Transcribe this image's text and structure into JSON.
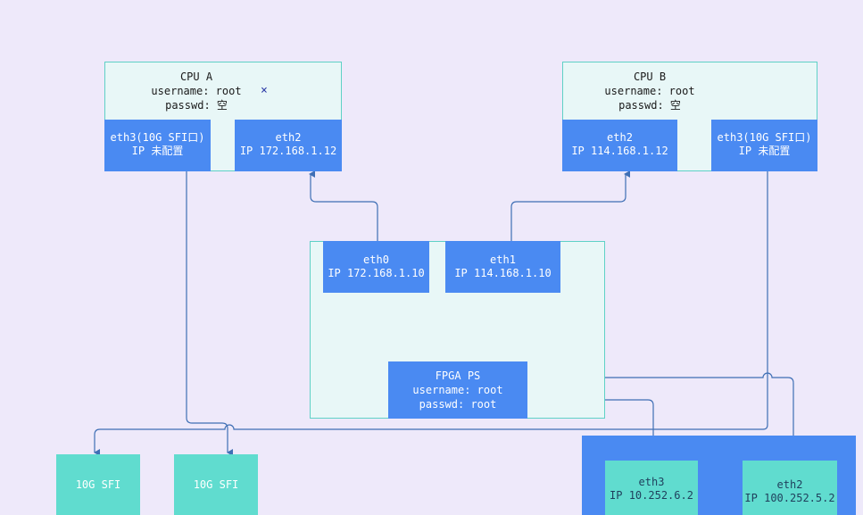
{
  "colors": {
    "background": "#eee9fa",
    "panel": "#e8f7f7",
    "panel_border": "#5fd1c6",
    "port_blue": "#4a8af2",
    "port_teal": "#60dccf",
    "wire": "#3f6fb5",
    "close_mark": "#2c3aa6"
  },
  "cpu_a": {
    "title": "CPU A",
    "username": "username: root",
    "passwd": "passwd: 空",
    "close_icon": "×",
    "eth3": {
      "name": "eth3(10G SFI口)",
      "ip": "IP 未配置"
    },
    "eth2": {
      "name": "eth2",
      "ip": "IP 172.168.1.12"
    }
  },
  "cpu_b": {
    "title": "CPU B",
    "username": "username: root",
    "passwd": "passwd: 空",
    "eth2": {
      "name": "eth2",
      "ip": "IP 114.168.1.12"
    },
    "eth3": {
      "name": "eth3(10G SFI口)",
      "ip": "IP 未配置"
    }
  },
  "fpga": {
    "eth0": {
      "name": "eth0",
      "ip": "IP 172.168.1.10"
    },
    "eth1": {
      "name": "eth1",
      "ip": "IP 114.168.1.10"
    },
    "ps": {
      "title": "FPGA PS",
      "username": "username: root",
      "passwd": "passwd: root"
    }
  },
  "sfi": {
    "left": "10G SFI",
    "right": "10G SFI"
  },
  "external": {
    "eth3": {
      "name": "eth3",
      "ip": "IP 10.252.6.2"
    },
    "eth2": {
      "name": "eth2",
      "ip": "IP 100.252.5.2"
    }
  }
}
